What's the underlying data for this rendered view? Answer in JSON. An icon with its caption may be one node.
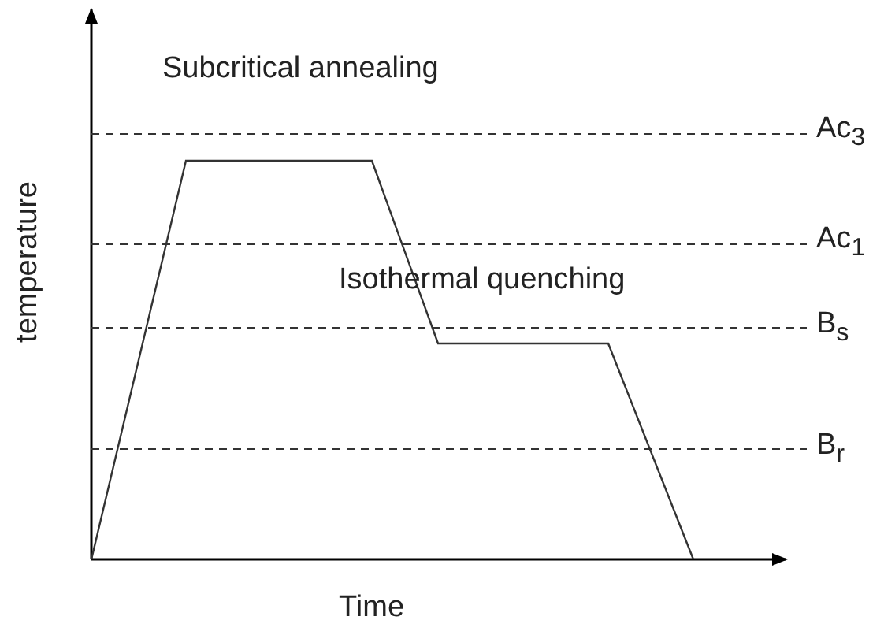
{
  "diagram": {
    "labels": [
      "Subcritical annealing",
      "Ac$_{3}$",
      "Ac$_{1}$",
      "Isothermal quenching",
      "B$_{s}$",
      "B$_{r}$",
      "temperature",
      "Time"
    ]
  }
}
